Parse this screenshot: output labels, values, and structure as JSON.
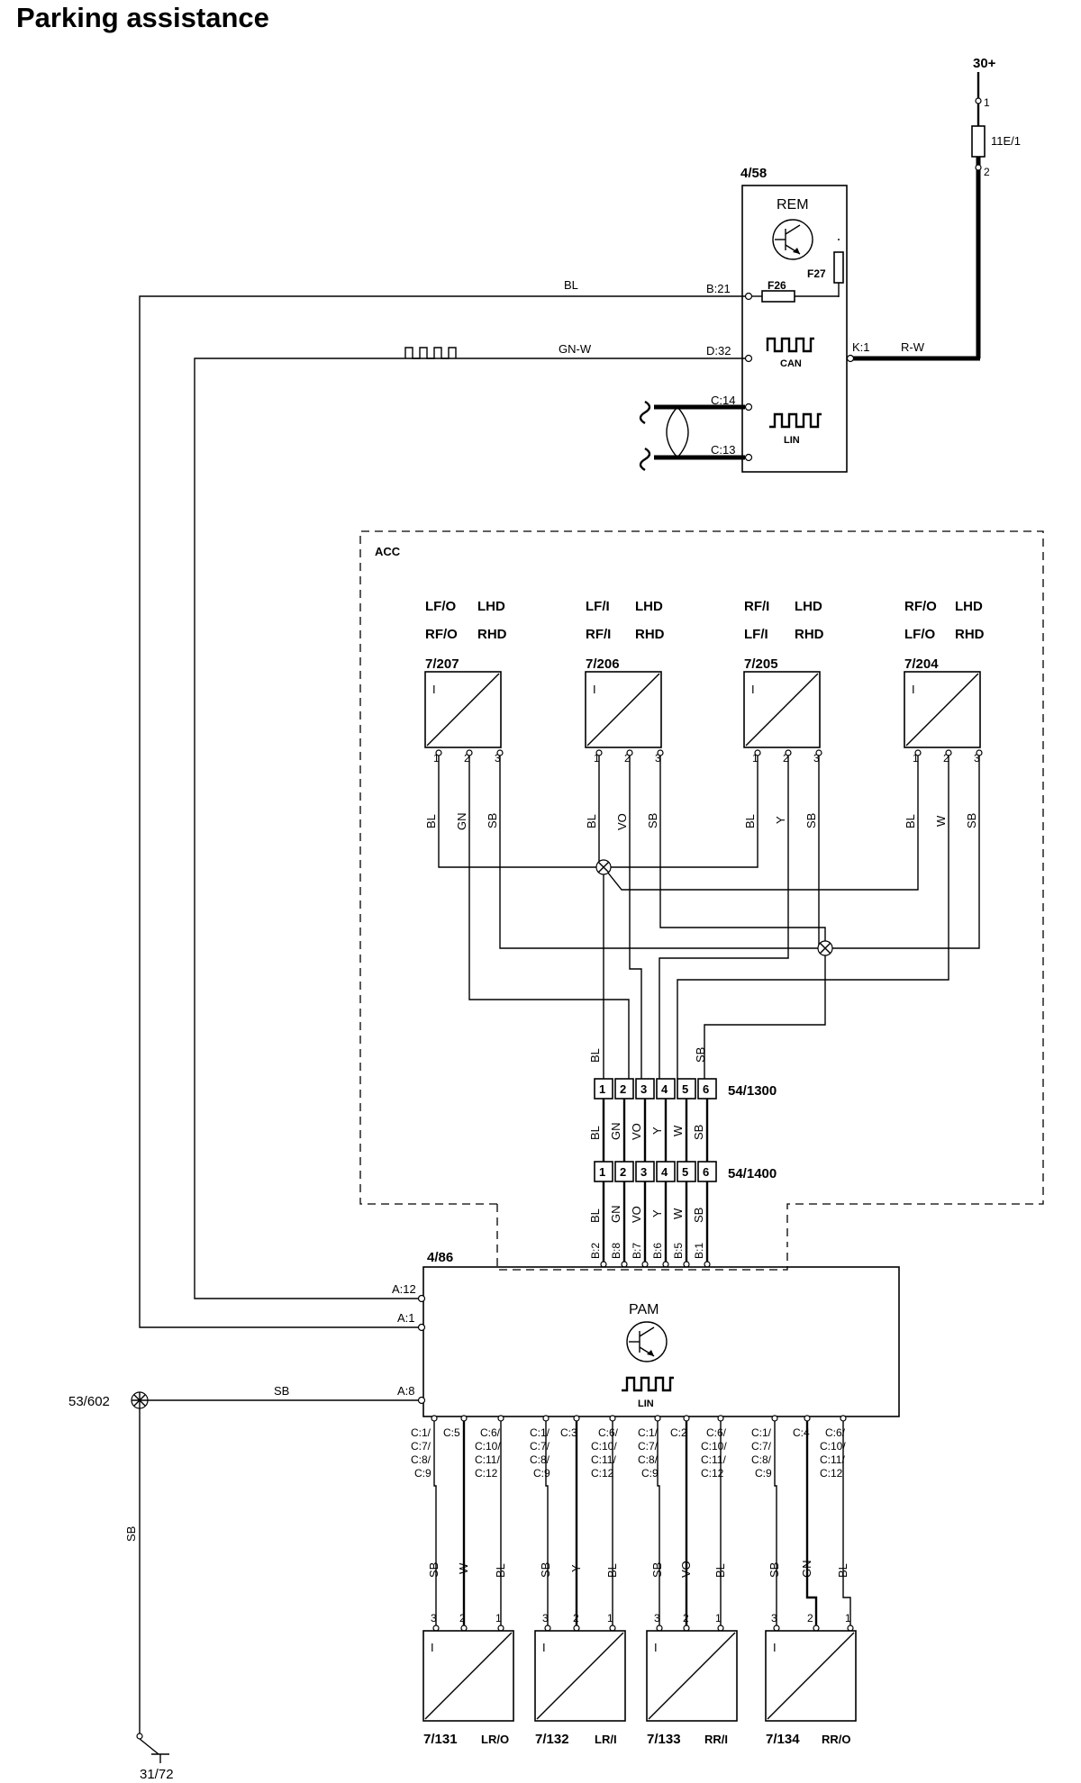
{
  "title": "Parking assistance",
  "supply": {
    "label": "30+",
    "fuse": "11E/1",
    "fuse_pin_top": "1",
    "fuse_pin_bottom": "2"
  },
  "rem": {
    "id": "4/58",
    "name": "REM",
    "fuse_a": "F26",
    "fuse_b": "F27",
    "can_label": "CAN",
    "lin_label": "LIN",
    "pins": {
      "b21": "B:21",
      "d32": "D:32",
      "c14": "C:14",
      "c13": "C:13",
      "k1": "K:1"
    },
    "wire_bl": "BL",
    "wire_gnw": "GN-W",
    "wire_rw": "R-W"
  },
  "acc_label": "ACC",
  "front_sensors": [
    {
      "id": "7/207",
      "pos1": "LF/O",
      "pos2": "RF/O",
      "hd1": "LHD",
      "hd2": "RHD",
      "p1": "1",
      "p2": "2",
      "p3": "3",
      "w1": "BL",
      "w2": "GN",
      "w3": "SB"
    },
    {
      "id": "7/206",
      "pos1": "LF/I",
      "pos2": "RF/I",
      "hd1": "LHD",
      "hd2": "RHD",
      "p1": "1",
      "p2": "2",
      "p3": "3",
      "w1": "BL",
      "w2": "VO",
      "w3": "SB"
    },
    {
      "id": "7/205",
      "pos1": "RF/I",
      "pos2": "LF/I",
      "hd1": "LHD",
      "hd2": "RHD",
      "p1": "1",
      "p2": "2",
      "p3": "3",
      "w1": "BL",
      "w2": "Y",
      "w3": "SB"
    },
    {
      "id": "7/204",
      "pos1": "RF/O",
      "pos2": "LF/O",
      "hd1": "LHD",
      "hd2": "RHD",
      "p1": "1",
      "p2": "2",
      "p3": "3",
      "w1": "BL",
      "w2": "W",
      "w3": "SB"
    }
  ],
  "connector_1300": {
    "id": "54/1300",
    "pins": [
      "1",
      "2",
      "3",
      "4",
      "5",
      "6"
    ]
  },
  "connector_1400": {
    "id": "54/1400",
    "pins": [
      "1",
      "2",
      "3",
      "4",
      "5",
      "6"
    ]
  },
  "upper_wires": [
    "BL",
    "SB"
  ],
  "mid_wires": [
    "BL",
    "GN",
    "VO",
    "Y",
    "W",
    "SB"
  ],
  "lower_wires": [
    "BL",
    "GN",
    "VO",
    "Y",
    "W",
    "SB"
  ],
  "pam_bpins": [
    "B:2",
    "B:8",
    "B:7",
    "B:6",
    "B:5",
    "B:1"
  ],
  "pam": {
    "id": "4/86",
    "name": "PAM",
    "lin_label": "LIN",
    "a12": "A:12",
    "a1": "A:1",
    "a8": "A:8",
    "wire_sb": "SB"
  },
  "ground_point": "53/602",
  "ground_wire": "SB",
  "ground": "31/72",
  "rear_pin_groups": [
    {
      "l1": "C:1/",
      "l2": "C:7/",
      "l3": "C:8/",
      "l4": "C:9",
      "m": "C:5",
      "r1": "C:6/",
      "r2": "C:10/",
      "r3": "C:11/",
      "r4": "C:12"
    },
    {
      "l1": "C:1/",
      "l2": "C:7/",
      "l3": "C:8/",
      "l4": "C:9",
      "m": "C:3",
      "r1": "C:6/",
      "r2": "C:10/",
      "r3": "C:11/",
      "r4": "C:12"
    },
    {
      "l1": "C:1/",
      "l2": "C:7/",
      "l3": "C:8/",
      "l4": "C:9",
      "m": "C:2",
      "r1": "C:6/",
      "r2": "C:10/",
      "r3": "C:11/",
      "r4": "C:12"
    },
    {
      "l1": "C:1/",
      "l2": "C:7/",
      "l3": "C:8/",
      "l4": "C:9",
      "m": "C:4",
      "r1": "C:6/",
      "r2": "C:10/",
      "r3": "C:11/",
      "r4": "C:12"
    }
  ],
  "rear_sensors": [
    {
      "id": "7/131",
      "pos": "LR/O",
      "w3": "SB",
      "w2": "W",
      "w1": "BL",
      "p3": "3",
      "p2": "2",
      "p1": "1"
    },
    {
      "id": "7/132",
      "pos": "LR/I",
      "w3": "SB",
      "w2": "Y",
      "w1": "BL",
      "p3": "3",
      "p2": "2",
      "p1": "1"
    },
    {
      "id": "7/133",
      "pos": "RR/I",
      "w3": "SB",
      "w2": "VO",
      "w1": "BL",
      "p3": "3",
      "p2": "2",
      "p1": "1"
    },
    {
      "id": "7/134",
      "pos": "RR/O",
      "w3": "SB",
      "w2": "GN",
      "w1": "BL",
      "p3": "3",
      "p2": "2",
      "p1": "1"
    }
  ],
  "sensor_marker": "I"
}
